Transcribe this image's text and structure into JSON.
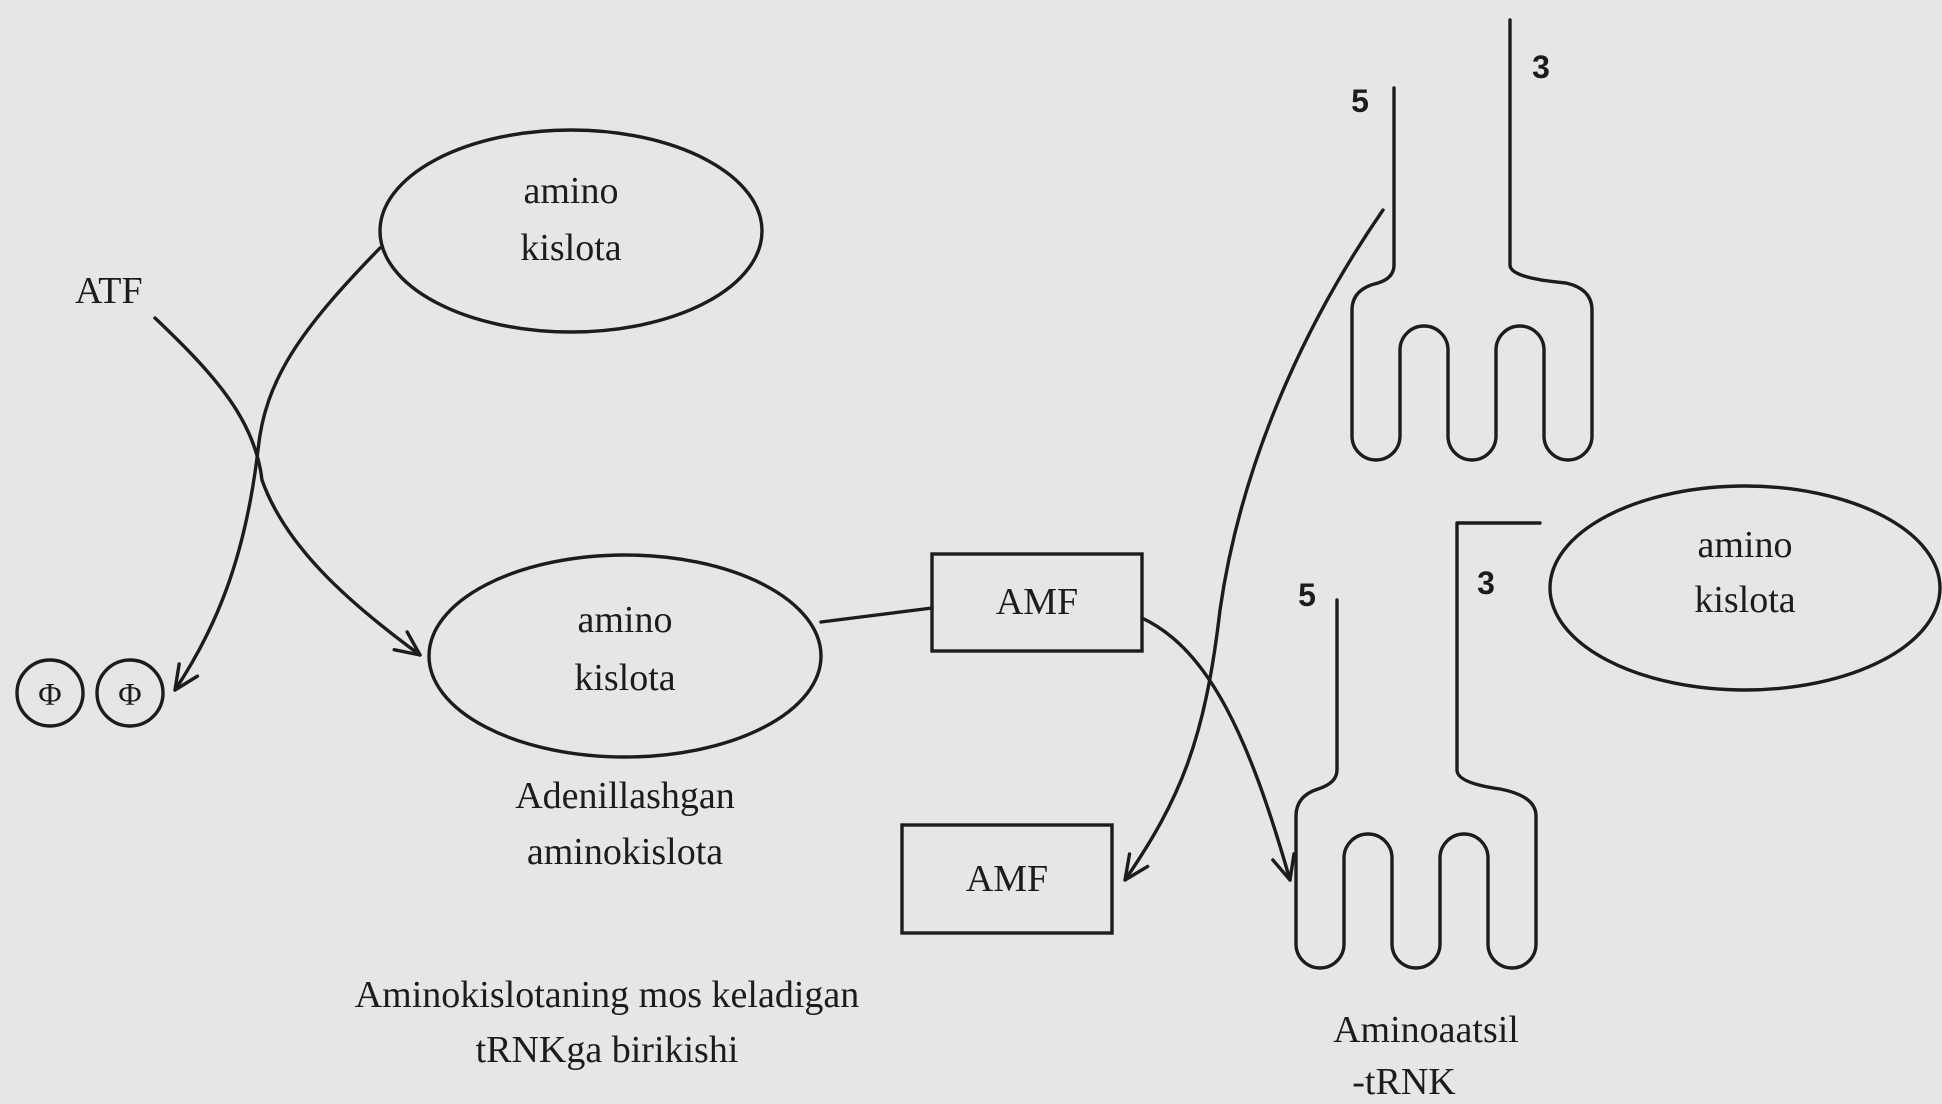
{
  "atf_label": "ATF",
  "phosphate_symbol": "Φ",
  "amino_top": {
    "line1": "amino",
    "line2": "kislota"
  },
  "amino_middle": {
    "line1": "amino",
    "line2": "kislota"
  },
  "amino_right": {
    "line1": "amino",
    "line2": "kislota"
  },
  "adenylated": {
    "line1": "Adenillashgan",
    "line2": "aminokislota"
  },
  "amf_top": "AMF",
  "amf_bottom": "AMF",
  "trna_top": {
    "end5": "5",
    "end3": "3"
  },
  "trna_bottom": {
    "end5": "5",
    "end3": "3"
  },
  "caption": {
    "line1": "Aminokislotaning mos keladigan",
    "line2": "tRNKga birikishi"
  },
  "product": {
    "line1": "Aminoaatsil",
    "line2": "-tRNK"
  }
}
